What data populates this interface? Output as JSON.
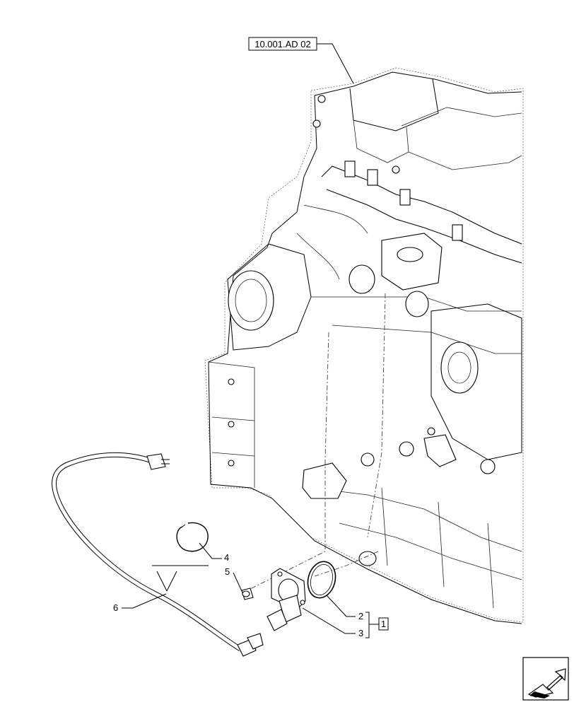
{
  "reference_code": "10.001.AD 02",
  "callouts": [
    {
      "id": "1",
      "label": "1"
    },
    {
      "id": "2",
      "label": "2"
    },
    {
      "id": "3",
      "label": "3"
    },
    {
      "id": "4",
      "label": "4"
    },
    {
      "id": "5",
      "label": "5"
    },
    {
      "id": "6",
      "label": "6"
    }
  ],
  "navigation_icon": "arrow-next-icon"
}
